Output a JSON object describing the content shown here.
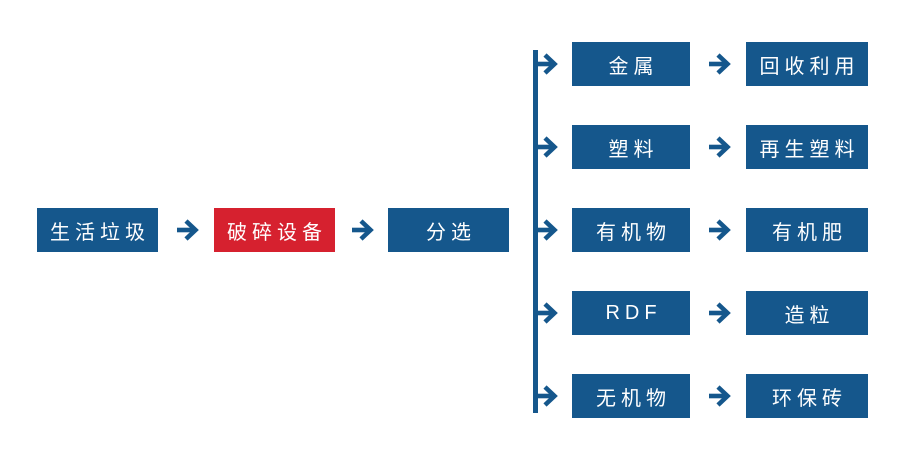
{
  "colors": {
    "box_blue": "#15578C",
    "box_red": "#D6212F",
    "text_white": "#FFFFFF",
    "background": "#FFFFFF"
  },
  "main_flow": {
    "step1_label": "生活垃圾",
    "step2_label": "破碎设备",
    "step3_label": "分选"
  },
  "branches": [
    {
      "source": "金属",
      "target": "回收利用"
    },
    {
      "source": "塑料",
      "target": "再生塑料"
    },
    {
      "source": "有机物",
      "target": "有机肥"
    },
    {
      "source": "RDF",
      "target": "造粒"
    },
    {
      "source": "无机物",
      "target": "环保砖"
    }
  ]
}
